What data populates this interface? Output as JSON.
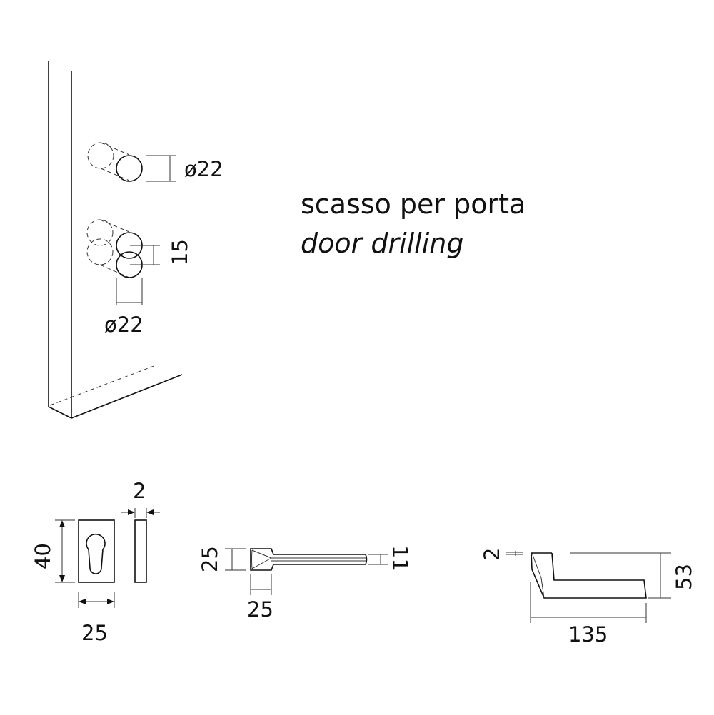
{
  "title": {
    "italian": "scasso per porta",
    "english": "door drilling"
  },
  "door_drilling": {
    "hole_diameter_top": "ø22",
    "hole_spacing": "15",
    "hole_diameter_bottom": "ø22"
  },
  "escutcheon": {
    "height": "40",
    "width": "25",
    "thickness": "2"
  },
  "handle_top_view": {
    "rose_height": "25",
    "rose_width": "25",
    "lever_thickness": "11"
  },
  "handle_side_view": {
    "rose_thickness": "2",
    "height": "53",
    "length": "135"
  },
  "colors": {
    "line": "#111111",
    "background": "#ffffff"
  }
}
